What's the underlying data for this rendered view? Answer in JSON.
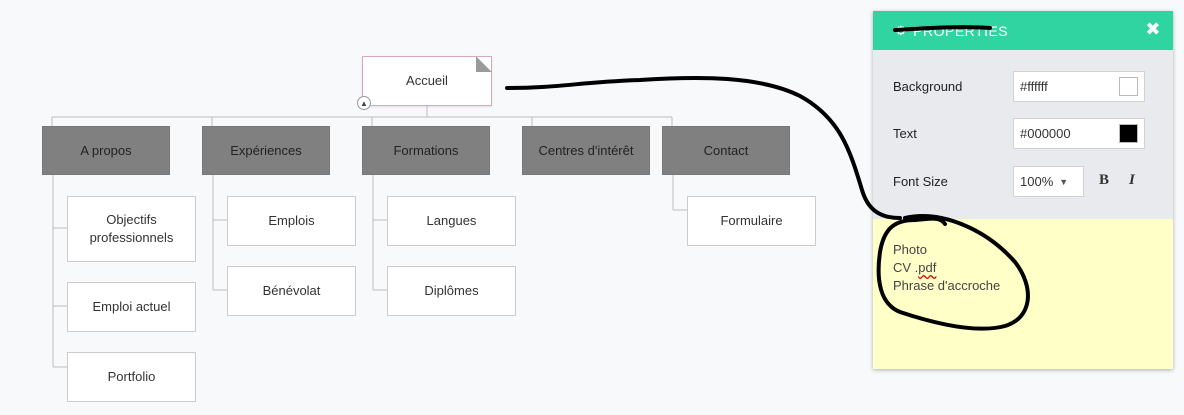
{
  "map": {
    "root": "Accueil",
    "sections": [
      {
        "label": "A propos",
        "children": [
          "Objectifs professionnels",
          "Emploi actuel",
          "Portfolio"
        ]
      },
      {
        "label": "Expériences",
        "children": [
          "Emplois",
          "Bénévolat"
        ]
      },
      {
        "label": "Formations",
        "children": [
          "Langues",
          "Diplômes"
        ]
      },
      {
        "label": "Centres d'intérêt",
        "children": []
      },
      {
        "label": "Contact",
        "children": [
          "Formulaire"
        ]
      }
    ]
  },
  "properties": {
    "title": "PROPERTIES",
    "background_label": "Background",
    "background_value": "#ffffff",
    "text_label": "Text",
    "text_value": "#000000",
    "font_size_label": "Font Size",
    "font_size_value": "100%",
    "bold_label": "B",
    "italic_label": "I",
    "notes": [
      "Photo",
      "CV .pdf",
      "Phrase d'accroche"
    ]
  },
  "colors": {
    "accent": "#2fd4a0",
    "section_fill": "#808080",
    "notes_bg": "#ffffc8"
  }
}
